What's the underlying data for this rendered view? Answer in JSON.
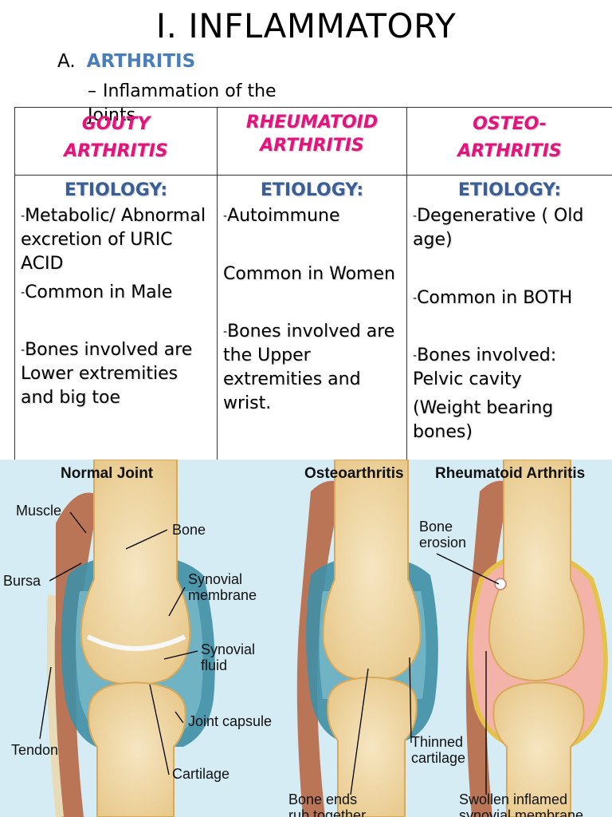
{
  "slide": {
    "title": "I. INFLAMMATORY",
    "section_marker": "A.",
    "section_heading": "ARTHRITIS",
    "sub_dash": "–",
    "sub_text": "Inflammation of the Joints"
  },
  "table": {
    "headers": [
      {
        "line1": "GOUTY",
        "line2": "ARTHRITIS"
      },
      {
        "line1": "RHEUMATOID",
        "line2": "ARTHRITIS"
      },
      {
        "line1": "OSTEO-",
        "line2": "ARTHRITIS"
      }
    ],
    "etiology_label": "ETIOLOGY:",
    "bullet": "-",
    "gouty": {
      "cause": "Metabolic/ Abnormal excretion of URIC ACID",
      "common": "Common in Male",
      "bones": "Bones involved are Lower extremities and big toe"
    },
    "rheumatoid": {
      "cause": "Autoimmune",
      "common": "Common in Women",
      "bones": "Bones involved are the Upper extremities and wrist."
    },
    "osteo": {
      "cause": "Degenerative ( Old age)",
      "common": "Common in BOTH",
      "bones": "Bones involved: Pelvic cavity",
      "bones_note": "(Weight bearing bones)"
    }
  },
  "figure": {
    "titles": {
      "normal": "Normal Joint",
      "osteo": "Osteoarthritis",
      "rheumatoid": "Rheumatoid Arthritis"
    },
    "labels": {
      "muscle": "Muscle",
      "bone": "Bone",
      "bursa": "Bursa",
      "synovial_membrane_1": "Synovial",
      "synovial_membrane_2": "membrane",
      "synovial_fluid_1": "Synovial",
      "synovial_fluid_2": "fluid",
      "joint_capsule": "Joint capsule",
      "tendon": "Tendon",
      "cartilage": "Cartilage",
      "bone_erosion_1": "Bone",
      "bone_erosion_2": "erosion",
      "thinned_1": "Thinned",
      "thinned_2": "cartilage",
      "bone_ends_1": "Bone ends",
      "bone_ends_2": "rub together",
      "swollen_1": "Swollen inflamed",
      "swollen_2": "synovial membrane"
    },
    "colors": {
      "background": "#d6ecf4",
      "bone": "#f0d9a8",
      "bone_edge": "#d9a95b",
      "capsule": "#3f8fa6",
      "fluid": "#6fb3c4",
      "muscle": "#b5603a",
      "inflamed": "#f4b3a8",
      "inflamed_edge": "#e5c24a"
    }
  }
}
